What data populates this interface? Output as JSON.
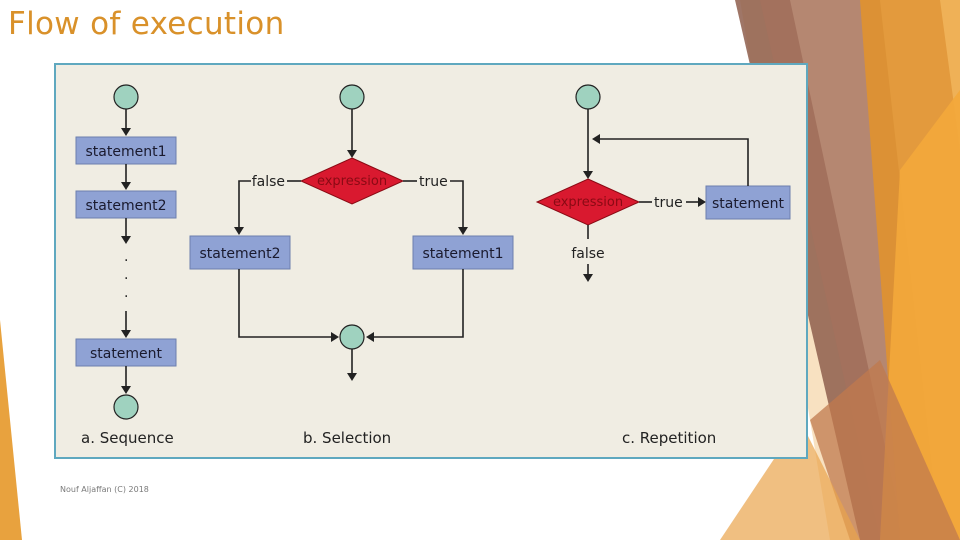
{
  "slide": {
    "title": "Flow of execution",
    "footer": "Nouf Aljaffan (C) 2018"
  },
  "sequence": {
    "statement1": "statement1",
    "statement2": "statement2",
    "ellipsis": [
      ".",
      ".",
      "."
    ],
    "statement": "statement",
    "caption": "a.  Sequence"
  },
  "selection": {
    "expression": "expression",
    "false_label": "false",
    "true_label": "true",
    "statement2": "statement2",
    "statement1": "statement1",
    "caption": "b.  Selection"
  },
  "repetition": {
    "expression": "expression",
    "true_label": "true",
    "false_label": "false",
    "statement": "statement",
    "caption": "c.  Repetition"
  },
  "colors": {
    "title": "#d9912a",
    "statement_box": "#8fa2d4",
    "expression_diamond": "#d9192f",
    "connector_circle": "#9fd2bf",
    "figure_background": "#f0ede3",
    "figure_border": "#5fa8bf"
  }
}
